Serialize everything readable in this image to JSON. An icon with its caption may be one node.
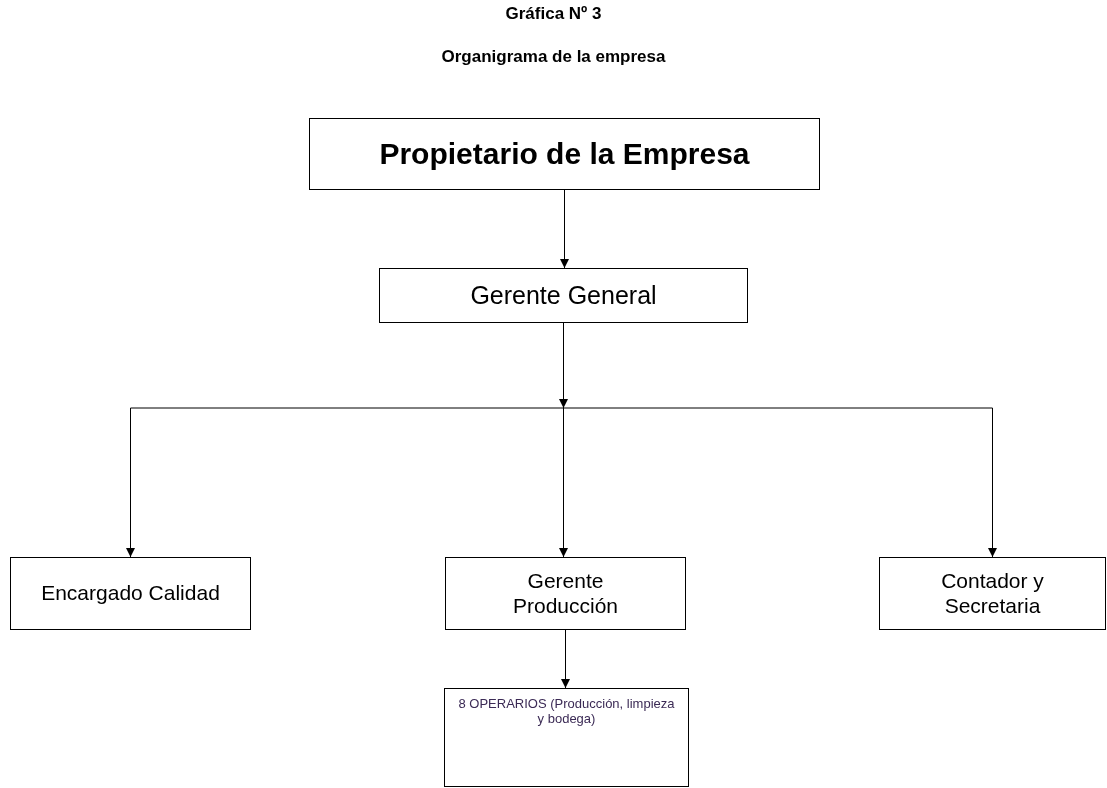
{
  "diagram": {
    "title": "Gráfica Nº 3",
    "caption": "Organigrama de la empresa",
    "nodes": [
      {
        "text": [
          "Propietario de la Empresa"
        ]
      },
      {
        "text": [
          "Gerente General"
        ]
      },
      {
        "text": [
          "Encargado Calidad"
        ]
      },
      {
        "text": [
          "Gerente Producción"
        ]
      },
      {
        "text": [
          "Contador y Secretaria"
        ]
      },
      {
        "text": [
          "8 OPERARIOS (Producción, limpieza y bodega)"
        ]
      }
    ],
    "edges": [
      {
        "from": 0,
        "to": 1,
        "arrow": "to"
      },
      {
        "from": 1,
        "to": 2,
        "arrow": "to"
      },
      {
        "from": 1,
        "to": 3,
        "arrow": "to"
      },
      {
        "from": 1,
        "to": 4,
        "arrow": "to"
      },
      {
        "from": 3,
        "to": 5,
        "arrow": "to"
      }
    ]
  }
}
